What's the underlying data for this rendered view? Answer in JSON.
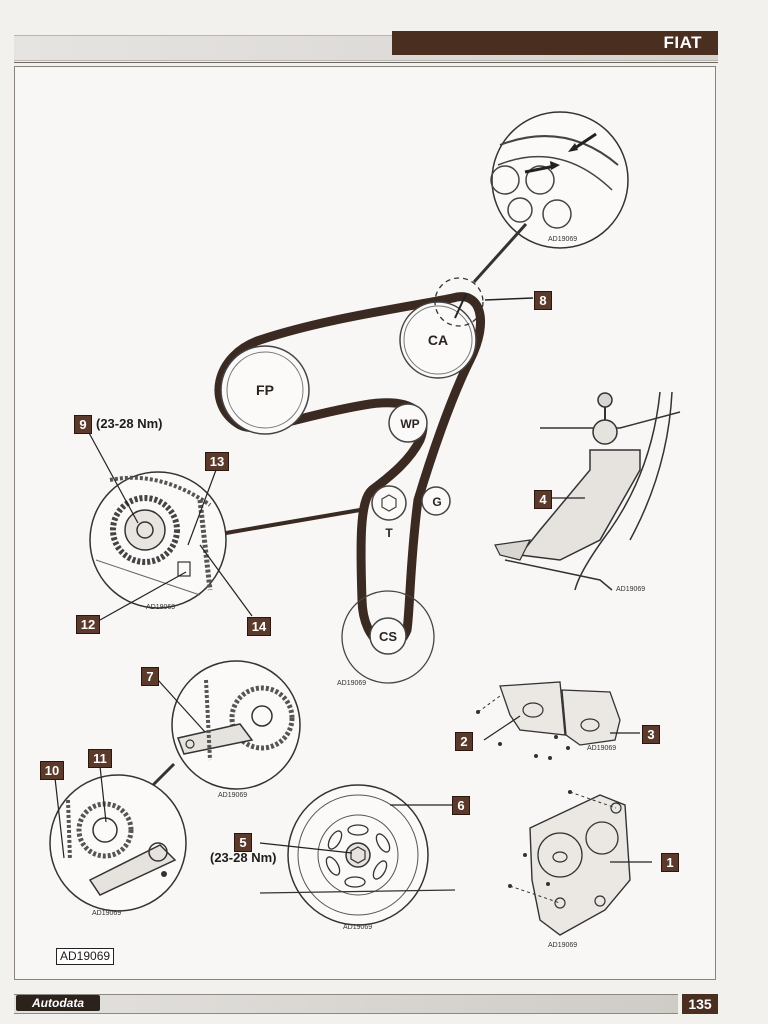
{
  "header": {
    "brand": "FIAT"
  },
  "footer": {
    "publisher": "Autodata",
    "page_number": "135"
  },
  "figure_reference": "AD19069",
  "small_refs": {
    "cam_detail": "AD19069",
    "tensioner_detail": "AD19069",
    "guide_detail": "AD19069",
    "belt_layout": "AD19069",
    "cover_detail": "AD19069",
    "tool_detail": "AD19069",
    "locking_detail": "AD19069",
    "damper_detail": "AD19069",
    "lower_cover": "AD19069"
  },
  "pulleys": {
    "ca": "CA",
    "fp": "FP",
    "wp": "WP",
    "g": "G",
    "t": "T",
    "cs": "CS"
  },
  "callouts": {
    "c1": "1",
    "c2": "2",
    "c3": "3",
    "c4": "4",
    "c5": "5",
    "c6": "6",
    "c7": "7",
    "c8": "8",
    "c9": "9",
    "c10": "10",
    "c11": "11",
    "c12": "12",
    "c13": "13",
    "c14": "14"
  },
  "torques": {
    "tensioner": "(23-28 Nm)",
    "damper": "(23-28 Nm)"
  },
  "colors": {
    "belt": "#3a2a22",
    "callout_bg": "#5b3a2b",
    "brand_bg": "#4a2e20"
  }
}
